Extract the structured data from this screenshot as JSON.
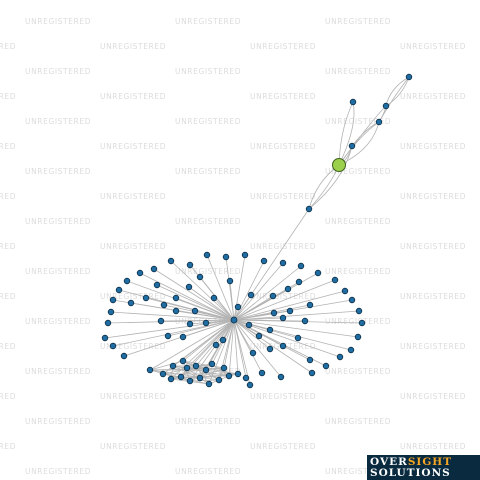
{
  "watermark": {
    "text": "UNREGISTERED"
  },
  "logo": {
    "word1": "OVER",
    "word2": "SIGHT",
    "word3": "SOLUTIONS"
  },
  "colors": {
    "background": "#ffffff",
    "node": "#1f6da2",
    "focus_node": "#9bd04c",
    "edge": "#b3b3b3",
    "logo_bg": "#0a2a3f",
    "logo_accent": "#f5a623"
  }
}
